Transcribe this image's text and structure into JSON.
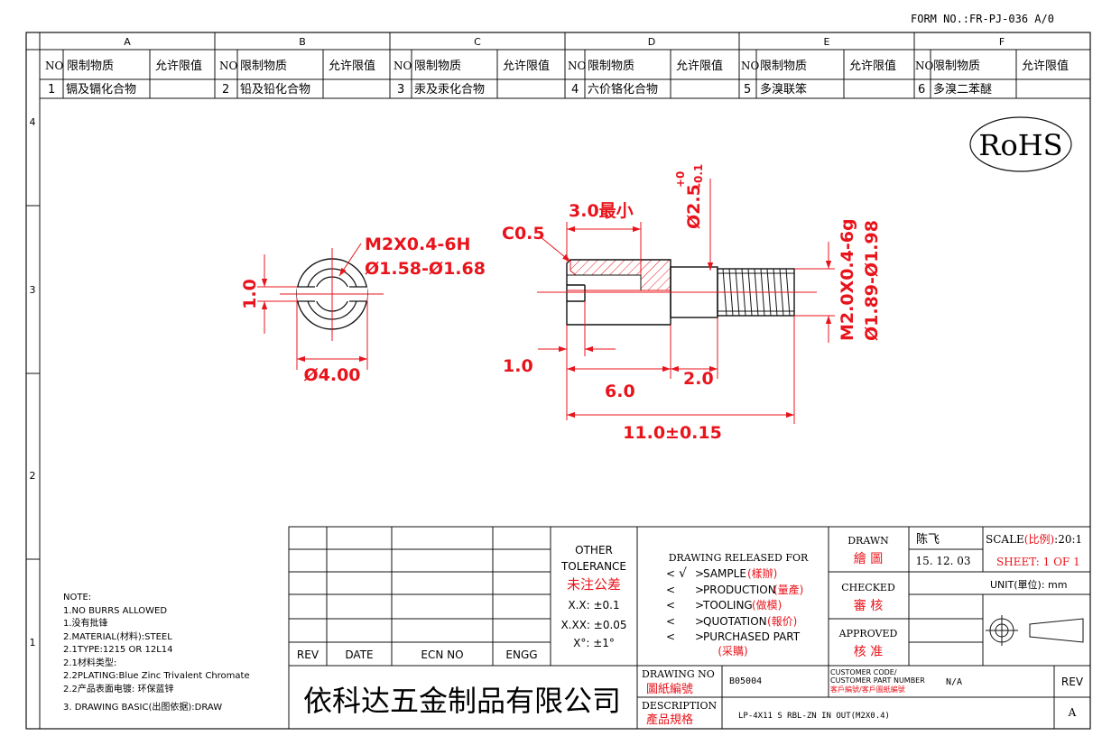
{
  "form_no": "FORM NO.:FR-PJ-036 A/0",
  "columns": [
    "A",
    "B",
    "C",
    "D",
    "E",
    "F"
  ],
  "rows": [
    "4",
    "3",
    "2",
    "1"
  ],
  "substance_table": {
    "h_no": "NO",
    "h_material": "限制物质",
    "h_limit": "允许限值",
    "items": [
      {
        "no": "1",
        "name": "镉及镉化合物"
      },
      {
        "no": "2",
        "name": "铅及铅化合物"
      },
      {
        "no": "3",
        "name": "汞及汞化合物"
      },
      {
        "no": "4",
        "name": "六价铬化合物"
      },
      {
        "no": "5",
        "name": "多溴联笨"
      },
      {
        "no": "6",
        "name": "多溴二苯醚"
      }
    ]
  },
  "rohs": "RoHS",
  "dims": {
    "thread_hole": "M2X0.4-6H",
    "hole_dia": "Ø1.58-Ø1.68",
    "slot": "1.0",
    "outer_dia": "Ø4.00",
    "chamfer": "C0.5",
    "min_len": "3.0最小",
    "slot_depth": "Ø2.5",
    "tol_plus": "+0",
    "tol_minus": "-0.1",
    "ext_thread": "M2.0X0.4-6g",
    "ext_dia": "Ø1.89-Ø1.98",
    "slot_w": "1.0",
    "head_len": "6.0",
    "neck_len": "2.0",
    "total_len": "11.0±0.15"
  },
  "notes": [
    "NOTE:",
    "1.NO BURRS ALLOWED",
    "1.没有批锋",
    "2.MATERIAL(材料):STEEL",
    "2.1TYPE:1215 OR 12L14",
    "2.1材料类型:",
    "2.2PLATING:Blue Zinc Trivalent Chromate",
    "2.2产品表面电镀: 环保蓝锌",
    "3. DRAWING BASIC(出图依据):DRAW"
  ],
  "rev_table": {
    "rev": "REV",
    "date": "DATE",
    "ecn": "ECN NO",
    "engg": "ENGG"
  },
  "tolerance": {
    "t1": "OTHER",
    "t2": "TOLERANCE",
    "t3": "未注公差",
    "t4": "X.X: ±0.1",
    "t5": "X.XX: ±0.05",
    "t6": "X°: ±1°"
  },
  "release": {
    "title": "DRAWING RELEASED FOR",
    "check": "√",
    "items": [
      {
        "en": "SAMPLE",
        "cn": "(樣辦)"
      },
      {
        "en": "PRODUCTION",
        "cn": "(量產)"
      },
      {
        "en": "TOOLING",
        "cn": "(做模)"
      },
      {
        "en": "QUOTATION",
        "cn": "(報价)"
      },
      {
        "en": "PURCHASED PART",
        "cn": "(采購)"
      }
    ]
  },
  "sign": {
    "drawn_en": "DRAWN",
    "drawn_cn": "繪 圖",
    "drawn_name": "陈飞",
    "drawn_date": "15. 12. 03",
    "checked_en": "CHECKED",
    "checked_cn": "審 核",
    "approved_en": "APPROVED",
    "approved_cn": "核 准"
  },
  "scale_label": "SCALE",
  "scale_cn": "(比例)",
  "scale_value": ":20:1",
  "sheet": "SHEET:  1 OF 1",
  "unit_label": "UNIT(單位):",
  "unit_value": "mm",
  "company": "依科达五金制品有限公司",
  "drawing_no_en": "DRAWING NO",
  "drawing_no_cn": "圖紙編號",
  "drawing_no": "B05004",
  "cust_1": "CUSTOMER CODE/",
  "cust_2": "CUSTOMER PART NUMBER",
  "cust_3": "客戶編號/客戶圖紙編號",
  "cust_value": "N/A",
  "rev_label": "REV",
  "rev_value": "A",
  "desc_en": "DESCRIPTION",
  "desc_cn": "產品規格",
  "desc_value": "LP-4X11 S RBL-ZN IN OUT(M2X0.4)",
  "colors": {
    "dim": "#e8141c",
    "line": "#111111",
    "hatch": "#e8141c"
  }
}
